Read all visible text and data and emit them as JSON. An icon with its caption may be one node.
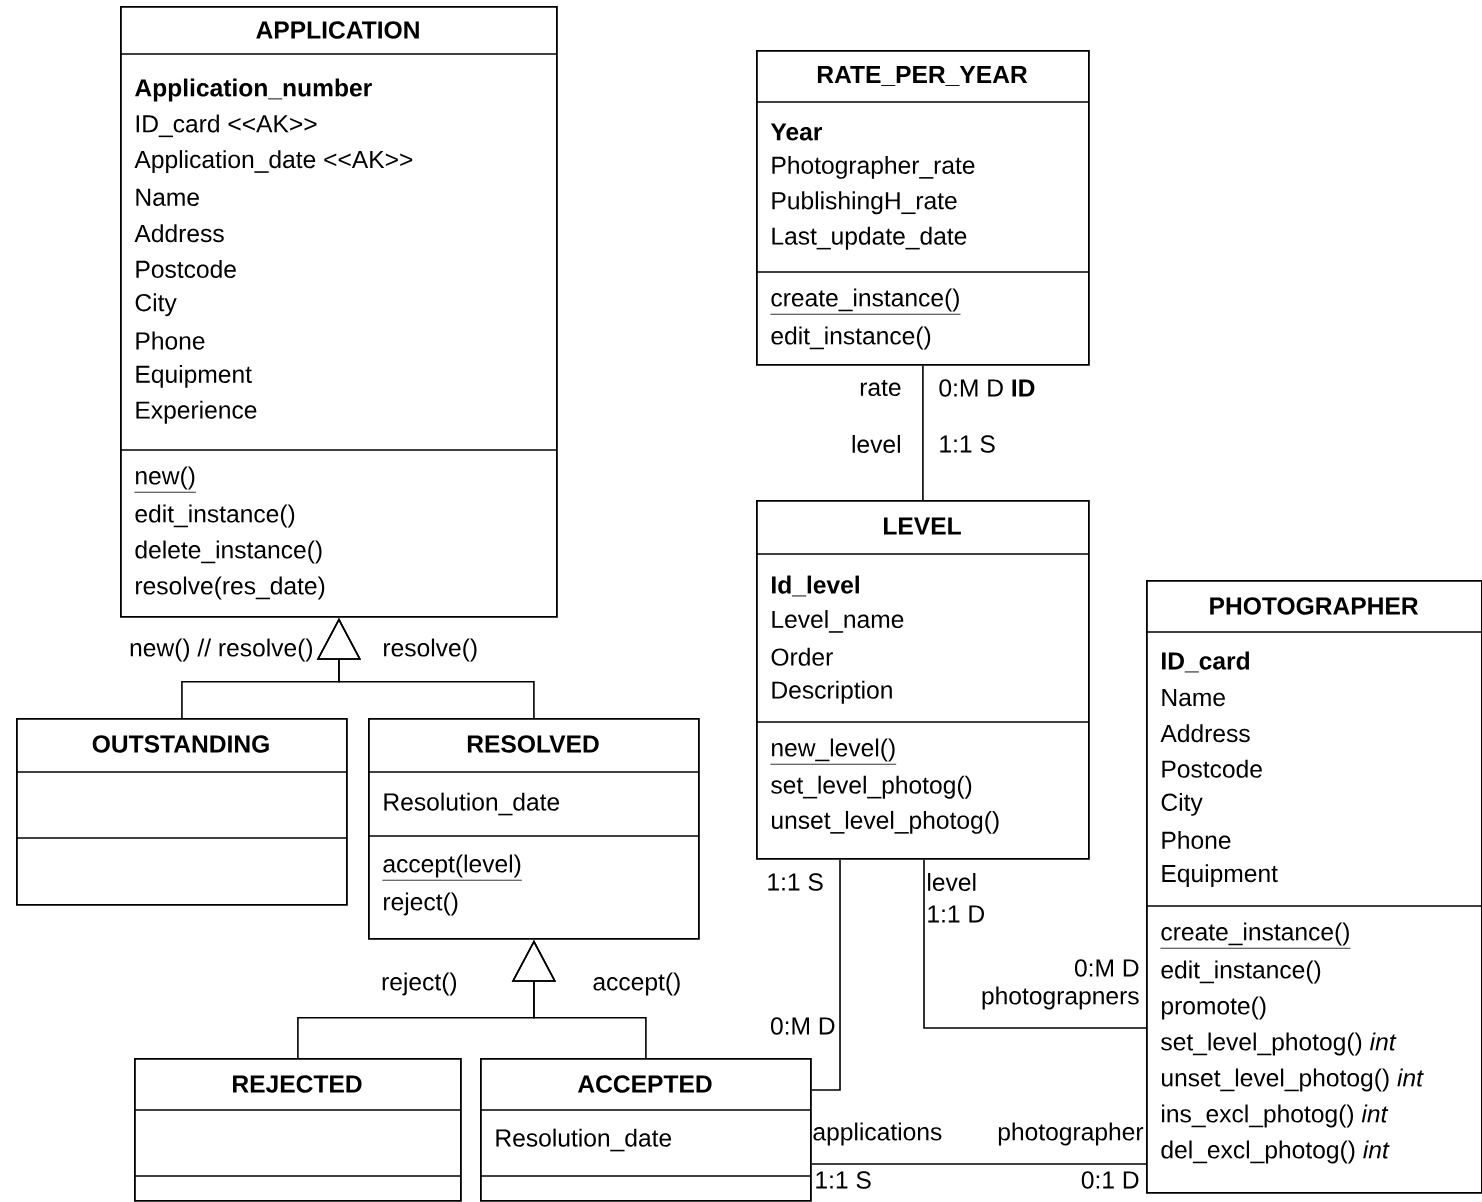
{
  "diagram": {
    "nodes": [
      {
        "text": [
          "APPLICATION",
          "Application_number",
          "ID_card <<AK>>",
          "Application_date <<AK>>",
          "Name",
          "Address",
          "Postcode",
          "City",
          "Phone",
          "Equipment",
          "Experience",
          "new()",
          "edit_instance()",
          "delete_instance()",
          "resolve(res_date)"
        ]
      },
      {
        "text": [
          "OUTSTANDING"
        ]
      },
      {
        "text": [
          "RESOLVED",
          "Resolution_date",
          "accept(level)",
          "reject()"
        ]
      },
      {
        "text": [
          "REJECTED"
        ]
      },
      {
        "text": [
          "ACCEPTED",
          "Resolution_date"
        ]
      },
      {
        "text": [
          "RATE_PER_YEAR",
          "Year",
          "Photographer_rate",
          "PublishingH_rate",
          "Last_update_date",
          "create_instance()",
          "edit_instance()"
        ]
      },
      {
        "text": [
          "LEVEL",
          "Id_level",
          "Level_name",
          "Order",
          "Description",
          "new_level()",
          "set_level_photog()",
          "unset_level_photog()"
        ]
      },
      {
        "text": [
          "PHOTOGRAPHER",
          "ID_card",
          "Name",
          "Address",
          "Postcode",
          "City",
          "Phone",
          "Equipment",
          "create_instance()",
          "edit_instance()",
          "promote()",
          "set_level_photog() *int*",
          "unset_level_photog() *int*",
          "ins_excl_photog() *int*",
          "del_excl_photog() *int*"
        ]
      }
    ],
    "edges": [
      {
        "from": 1,
        "to": 0,
        "arrow": "to",
        "label": "new() // resolve()"
      },
      {
        "from": 2,
        "to": 0,
        "arrow": "to",
        "label": "resolve()"
      },
      {
        "from": 3,
        "to": 2,
        "arrow": "to",
        "label": "reject()"
      },
      {
        "from": 4,
        "to": 2,
        "arrow": "to",
        "label": "accept()"
      },
      {
        "from": 5,
        "to": 6,
        "arrow": "none"
      },
      {
        "from": 6,
        "to": 4,
        "arrow": "none"
      },
      {
        "from": 6,
        "to": 7,
        "arrow": "none"
      },
      {
        "from": 4,
        "to": 7,
        "arrow": "none"
      }
    ],
    "labels": [
      "rate",
      "0:M D **ID**",
      "level",
      "1:1 S",
      "1:1 S",
      "level",
      "1:1 D",
      "0:M D",
      "photograpners",
      "0:M D",
      "applications",
      "photographer",
      "1:1 S",
      "0:1 D"
    ]
  }
}
